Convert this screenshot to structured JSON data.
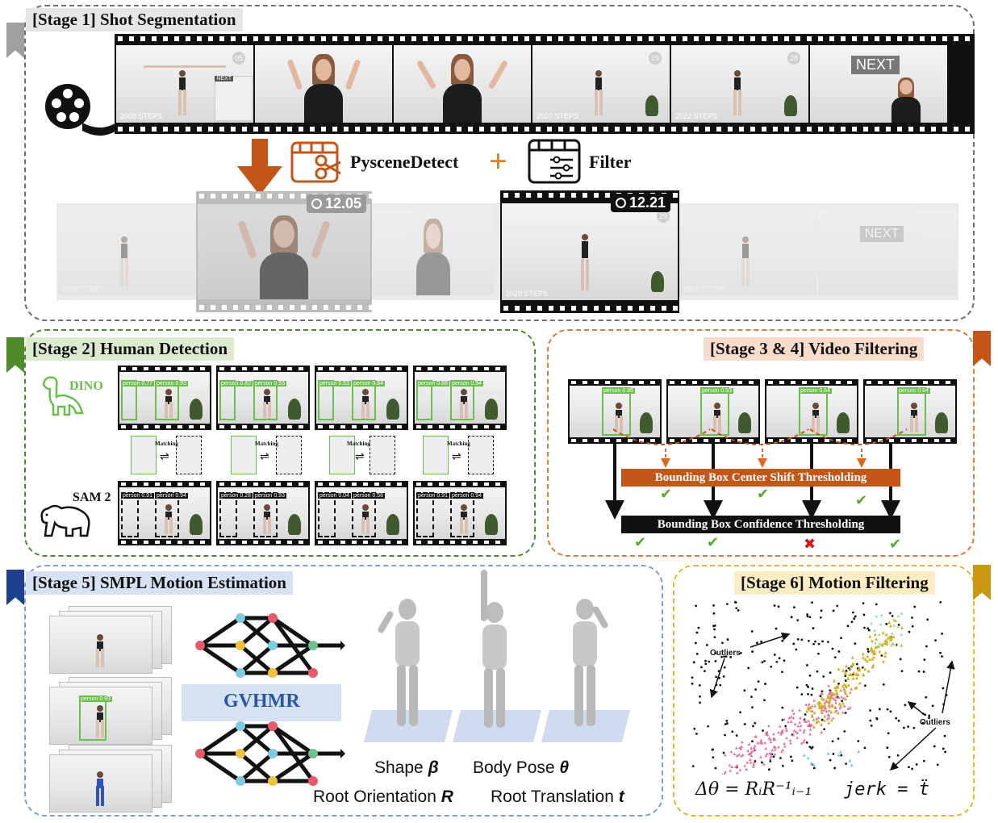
{
  "stage1": {
    "title": "[Stage 1] Shot Segmentation",
    "tool1": "PysceneDetect",
    "plus": "+",
    "tool2": "Filter",
    "time1": "12.05",
    "time2": "12.21",
    "frame_steps": [
      "2008 STEPS",
      "2020 STEPS",
      "2022 STEPS"
    ],
    "frame_nums": [
      "05",
      "29",
      "28"
    ],
    "next_label": "NEXT"
  },
  "stage2": {
    "title": "[Stage 2] Human Detection",
    "dino": "DINO",
    "sam": "SAM 2",
    "matching": "Matching",
    "boxes_dino": [
      "person 0.77",
      "person 0.93",
      "person 0.82",
      "person 0.93",
      "person 0.53",
      "person 0.84",
      "person 0.88",
      "person 0.94"
    ],
    "boxes_sam": [
      "person 0.91",
      "person 0.94",
      "person 0.28",
      "person 0.93",
      "person 0.04",
      "person 0.58",
      "person 0.91",
      "person 0.94"
    ]
  },
  "stage34": {
    "title": "[Stage 3 & 4] Video Filtering",
    "bar1": "Bounding Box Center Shift Thresholding",
    "bar2": "Bounding Box Confidence Thresholding",
    "boxes": [
      "person 0.95",
      "person 0.93",
      "person 0.64",
      "person 0.94"
    ]
  },
  "stage5": {
    "title": "[Stage 5] SMPL Motion Estimation",
    "model": "GVHMR",
    "shape": "Shape",
    "shape_sym": "β",
    "body_pose": "Body Pose",
    "body_pose_sym": "θ",
    "root_orient": "Root Orientation",
    "root_orient_sym": "R",
    "root_trans": "Root Translation",
    "root_trans_sym": "t",
    "box": "person 0.93"
  },
  "stage6": {
    "title": "[Stage 6] Motion Filtering",
    "outliers1": "Outliers",
    "outliers2": "Outliers",
    "eq1": "Δθ = RᵢR⁻¹ᵢ₋₁",
    "eq2": "jerk = ẗ"
  },
  "colors": {
    "stage1": "#8c8c8c",
    "stage2": "#4f8a2b",
    "stage34": "#d9691e",
    "stage5": "#7f9fd1",
    "stage6": "#e8b52a",
    "orange": "#c4561a"
  }
}
